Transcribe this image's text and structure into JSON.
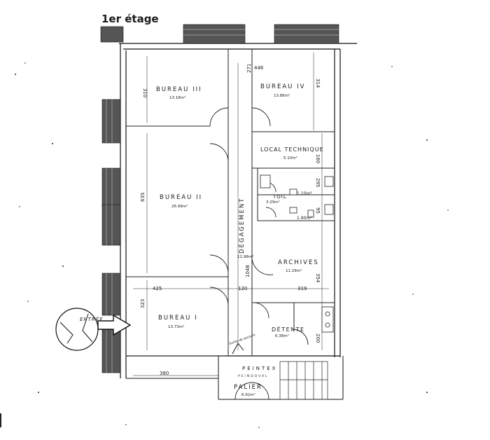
{
  "title": "1er étage",
  "rooms": {
    "bureau3": {
      "name": "BUREAU III",
      "area": "13.18m²"
    },
    "bureau4": {
      "name": "BUREAU IV",
      "area": "13.86m²"
    },
    "local_technique": {
      "name": "LOCAL TECHNIQUE",
      "area": "5.10m²"
    },
    "bureau2": {
      "name": "BUREAU II",
      "area": "26.99m²"
    },
    "toilettes": {
      "name": "TOIL",
      "area": "3.29m²"
    },
    "degagement": {
      "name": "DÉGAGEMENT",
      "area": "12.98m²"
    },
    "archives": {
      "name": "ARCHIVES",
      "area": "11.29m²"
    },
    "bureau1": {
      "name": "BUREAU I",
      "area": "13.73m²"
    },
    "detente": {
      "name": "DÉTENTE",
      "area": "6.38m²"
    },
    "palier": {
      "name": "PALIER",
      "area": "6.92m²"
    }
  },
  "dimensions": {
    "d310": "310",
    "d446": "446",
    "d271": "271",
    "d314": "314",
    "d160": "160",
    "d295": "295",
    "d095": "95",
    "d635": "635",
    "d110": "1.10m²",
    "d190": "1.90m²",
    "d1048": "1048",
    "d354": "354",
    "d425": "425",
    "d120": "120",
    "d319": "319",
    "d323": "323",
    "d200": "200",
    "d380": "380"
  },
  "labels": {
    "entree": "ENTRÉE",
    "peintex": "PEINTEX",
    "peintex_sub": "PEINDOVAL",
    "sortie": "Sortie de secours"
  }
}
